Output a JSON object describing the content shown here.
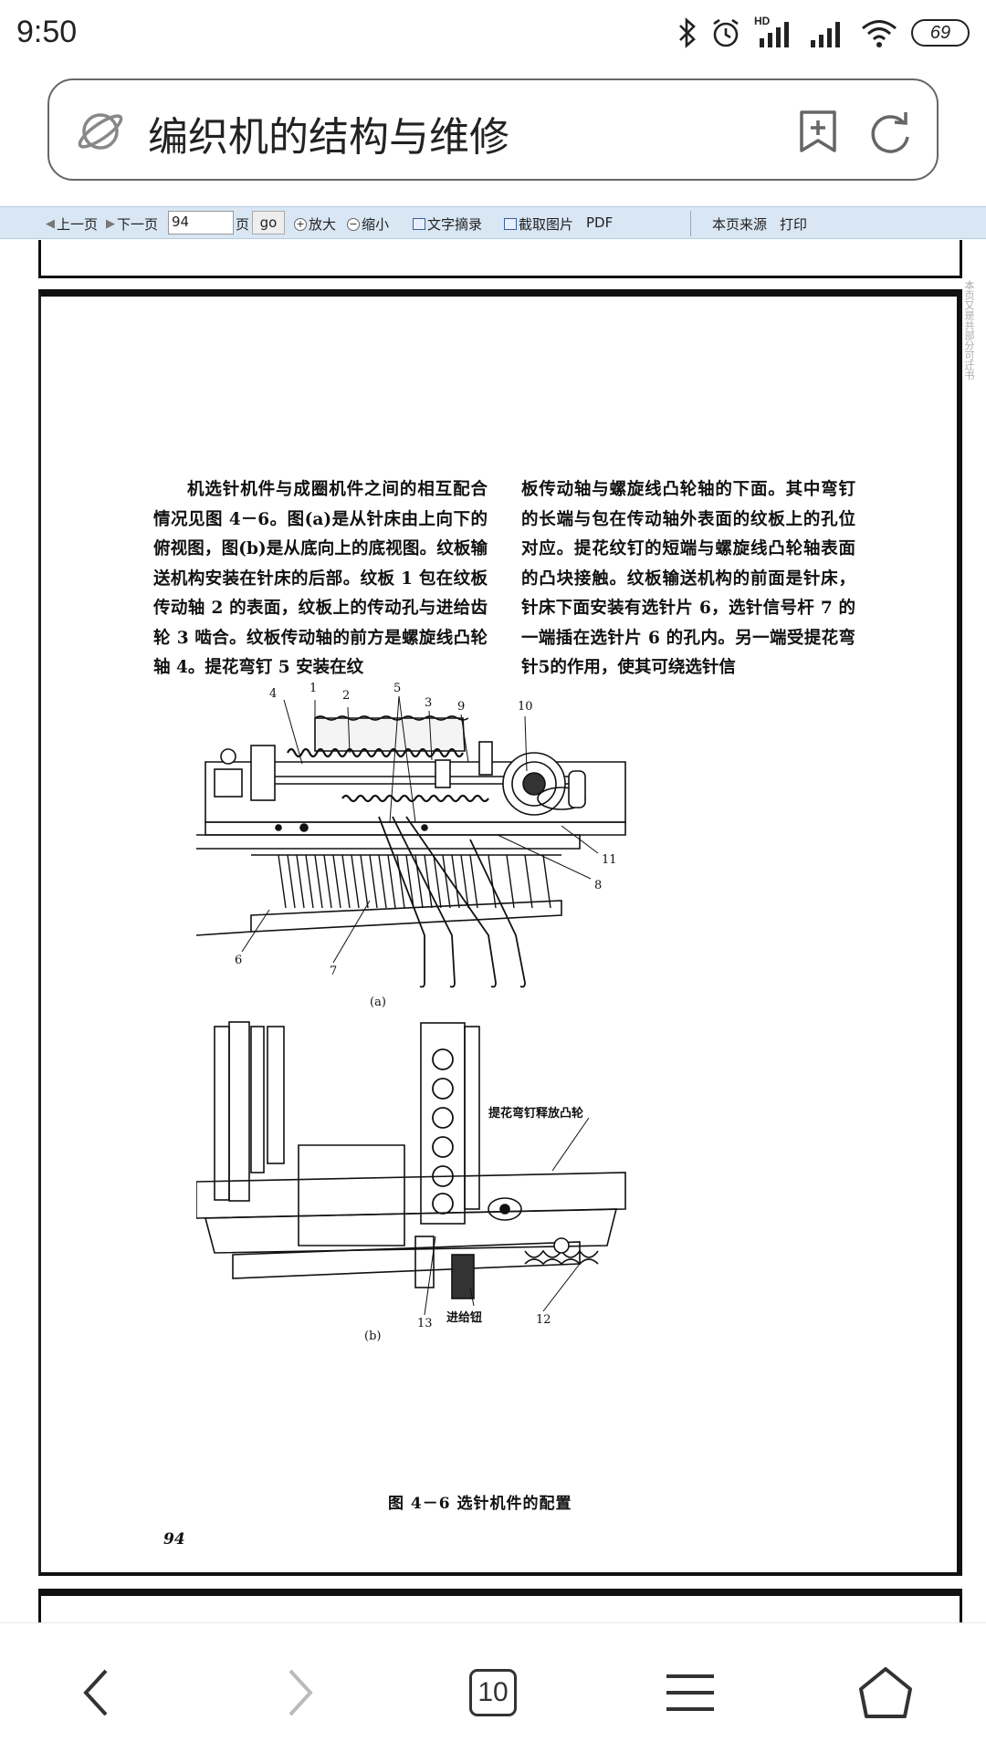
{
  "status_bar": {
    "time": "9:50",
    "battery": "69",
    "network_badge": "HD",
    "icons": [
      "bluetooth-icon",
      "alarm-icon",
      "signal-icon",
      "signal-icon",
      "wifi-icon",
      "battery-icon"
    ]
  },
  "address_bar": {
    "title": "编织机的结构与维修",
    "icons": [
      "planet-icon",
      "bookmark-add-icon",
      "refresh-icon"
    ]
  },
  "reader_toolbar": {
    "prev_page": "上一页",
    "next_page": "下一页",
    "page_value": "94",
    "page_unit": "页",
    "go": "go",
    "zoom_in": "放大",
    "zoom_out": "缩小",
    "text_extract": "文字摘录",
    "capture_image": "截取图片",
    "pdf": "PDF",
    "page_source": "本页来源",
    "print": "打印"
  },
  "document": {
    "side_margin_text": "本页又是共部分可迁书",
    "left_column": "机选针机件与成圈机件之间的相互配合情况见图 4－6。图(a)是从针床由上向下的俯视图，图(b)是从底向上的底视图。纹板输送机构安装在针床的后部。纹板 1 包在纹板传动轴 2 的表面，纹板上的传动孔与进给齿轮 3 啮合。纹板传动轴的前方是螺旋线凸轮轴 4。提花弯钉 5 安装在纹",
    "right_column": "板传动轴与螺旋线凸轮轴的下面。其中弯钉的长端与包在传动轴外表面的纹板上的孔位对应。提花纹钉的短端与螺旋线凸轮轴表面的凸块接触。纹板输送机构的前面是针床，针床下面安装有选针片 6，选针信号杆 7 的一端插在选针片 6 的孔内。另一端受提花弯针5的作用，使其可绕选针信",
    "figure_labels_a": [
      "4",
      "1",
      "2",
      "5",
      "3",
      "9",
      "10",
      "11",
      "8",
      "6",
      "7",
      "(a)"
    ],
    "figure_labels_b": [
      "提花弯钉释放凸轮",
      "13",
      "进给钮",
      "12",
      "(b)"
    ],
    "caption": "图 4－6   选针机件的配置",
    "page_number": "94"
  },
  "bottom_nav": {
    "tab_count": "10",
    "icons": [
      "back-icon",
      "forward-icon",
      "tabs-icon",
      "menu-icon",
      "home-icon"
    ]
  }
}
